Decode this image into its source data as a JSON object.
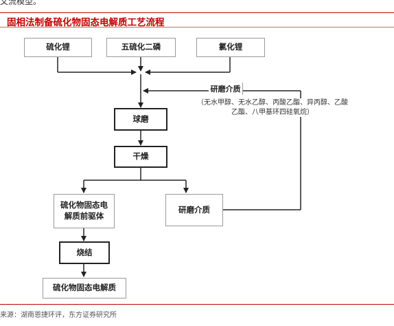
{
  "header": {
    "top_fragment": "文流模型。",
    "title": "固相法制备硫化物固态电解质工艺流程"
  },
  "flow": {
    "raw_materials": [
      "硫化锂",
      "五硫化二磷",
      "氯化锂"
    ],
    "steps": {
      "ball_mill": "球磨",
      "dry": "干燥",
      "precursor": "硫化物固态电\n解质前驱体",
      "grinding_medium_box": "研磨介质",
      "sinter": "烧结",
      "product": "硫化物固态电解质"
    },
    "grinding_medium_label": "研磨介质",
    "grinding_medium_note": "（无水甲醇、无水乙醇、丙酸乙酯、异丙醇、乙酸乙酯、八甲基环四硅氧烷）"
  },
  "footer": {
    "source": "来源：湖南恩捷环评，东方证券研究所"
  },
  "colors": {
    "brand_red": "#c00000",
    "line": "#222222"
  }
}
